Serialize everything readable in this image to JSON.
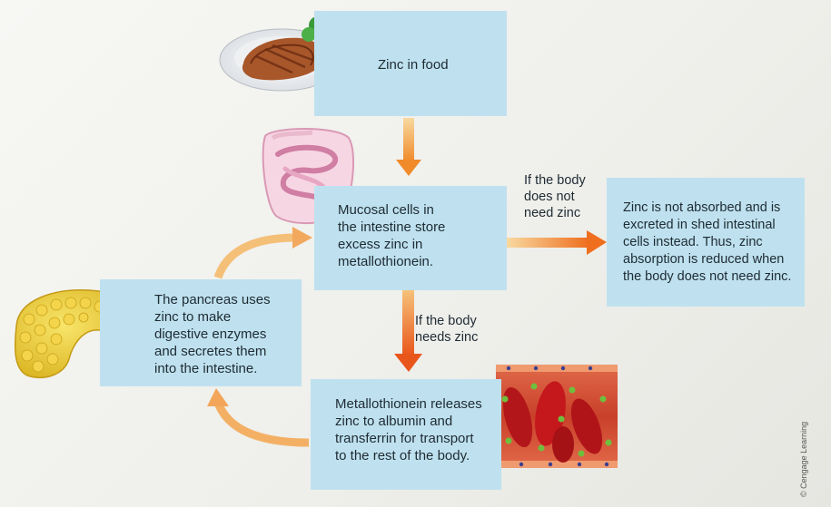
{
  "boxes": {
    "food": "Zinc in food",
    "mucosal": "Mucosal cells in\nthe intestine store\nexcess zinc in\nmetallothionein.",
    "not_absorbed": "Zinc is not absorbed and is\nexcreted in shed intestinal\ncells instead. Thus, zinc\nabsorption is reduced when\nthe body does not need zinc.",
    "pancreas": "The pancreas uses\nzinc to make\ndigestive enzymes\nand secretes them\ninto the intestine.",
    "release": "Metallothionein releases\nzinc to albumin and\ntransferrin for transport\nto the rest of the body."
  },
  "labels": {
    "not_need": "If the body\ndoes not\nneed zinc",
    "needs": "If the body\nneeds zinc"
  },
  "credit": "© Cengage Learning"
}
